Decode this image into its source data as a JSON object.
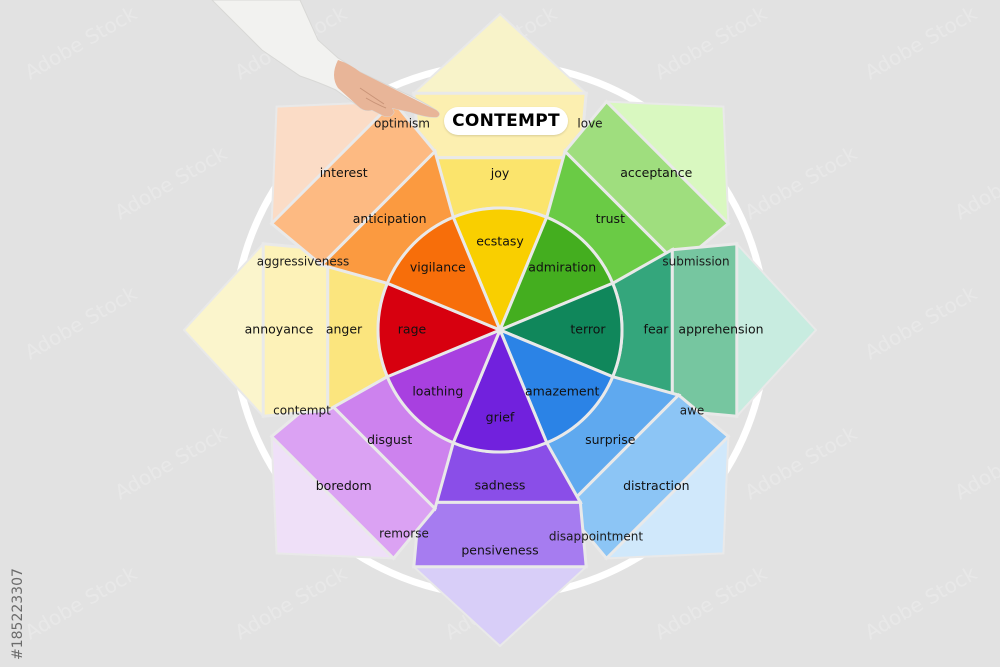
{
  "highlight": "CONTEMPT",
  "stock_id": "#185223307",
  "watermark_text": "Adobe Stock",
  "petals": [
    {
      "outer": "",
      "middle": "joy",
      "inner": "ecstasy",
      "colors": [
        "#fcefb0",
        "#fbe46c",
        "#f9cf00"
      ]
    },
    {
      "outer": "acceptance",
      "middle": "trust",
      "inner": "admiration",
      "colors": [
        "#9fde7e",
        "#6acb45",
        "#44ae1f"
      ]
    },
    {
      "outer": "apprehension",
      "middle": "fear",
      "inner": "terror",
      "colors": [
        "#76c6a0",
        "#34a67c",
        "#10875b"
      ]
    },
    {
      "outer": "distraction",
      "middle": "surprise",
      "inner": "amazement",
      "colors": [
        "#8cc5f5",
        "#5fa9ef",
        "#2b83e6"
      ]
    },
    {
      "outer": "pensiveness",
      "middle": "sadness",
      "inner": "grief",
      "colors": [
        "#a67cf0",
        "#8a4ee8",
        "#7121dd"
      ]
    },
    {
      "outer": "boredom",
      "middle": "disgust",
      "inner": "loathing",
      "colors": [
        "#dba2f3",
        "#cd82ee",
        "#a840e0"
      ]
    },
    {
      "outer": "annoyance",
      "middle": "anger",
      "inner": "rage",
      "colors": [
        "#fdf2b8",
        "#fbe57e",
        "#d7000f"
      ]
    },
    {
      "outer": "interest",
      "middle": "anticipation",
      "inner": "vigilance",
      "colors": [
        "#fdba82",
        "#fb9a40",
        "#f76e0a"
      ]
    }
  ],
  "tips": [
    "#f8f3c9",
    "#d9f8c0",
    "#c8ece0",
    "#d0e8fb",
    "#d8cef8",
    "#efe0f8",
    "#fbf5cc",
    "#fbdcc6"
  ],
  "dyads": [
    {
      "text": "optimism"
    },
    {
      "text": "love"
    },
    {
      "text": "submission"
    },
    {
      "text": "awe"
    },
    {
      "text": "disappointment"
    },
    {
      "text": "remorse"
    },
    {
      "text": "contempt"
    },
    {
      "text": "aggressiveness"
    }
  ]
}
